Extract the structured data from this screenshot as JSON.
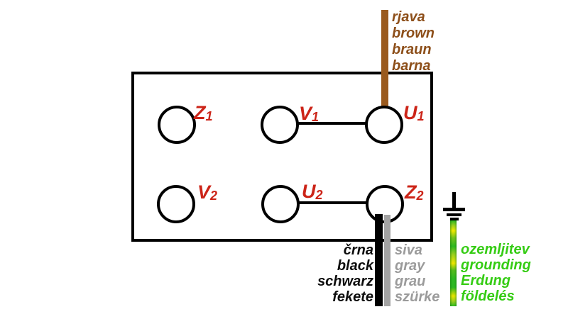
{
  "diagram": {
    "title": "motor-terminal-board-wiring",
    "terminals": [
      {
        "id": "Z1",
        "main": "Z",
        "sub": "1"
      },
      {
        "id": "V1",
        "main": "V",
        "sub": "1"
      },
      {
        "id": "U1",
        "main": "U",
        "sub": "1"
      },
      {
        "id": "V2",
        "main": "V",
        "sub": "2"
      },
      {
        "id": "U2",
        "main": "U",
        "sub": "2"
      },
      {
        "id": "Z2",
        "main": "Z",
        "sub": "2"
      }
    ],
    "label_color": "#cc2418",
    "wires": {
      "brown": {
        "color": "#9a5a1e",
        "connects_to": "U1",
        "labels": [
          "rjava",
          "brown",
          "braun",
          "barna"
        ]
      },
      "black": {
        "color": "#000000",
        "connects_to": "Z2",
        "labels": [
          "črna",
          "black",
          "schwarz",
          "fekete"
        ]
      },
      "gray": {
        "color": "#a3a3a3",
        "connects_to": "Z2",
        "labels": [
          "siva",
          "gray",
          "grau",
          "szürke"
        ]
      },
      "ground": {
        "color": "#35cc14",
        "style": "green-yellow",
        "labels": [
          "ozemljitev",
          "grounding",
          "Erdung",
          "földelés"
        ]
      }
    },
    "links": [
      "V1-U1",
      "U2-Z2"
    ]
  }
}
